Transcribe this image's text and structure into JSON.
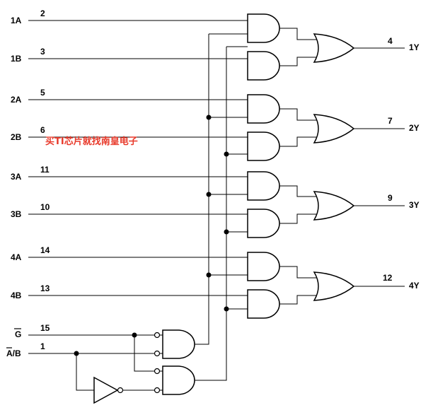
{
  "inputs": {
    "a1": {
      "name": "1A",
      "pin": "2"
    },
    "b1": {
      "name": "1B",
      "pin": "3"
    },
    "a2": {
      "name": "2A",
      "pin": "5"
    },
    "b2": {
      "name": "2B",
      "pin": "6"
    },
    "a3": {
      "name": "3A",
      "pin": "11"
    },
    "b3": {
      "name": "3B",
      "pin": "10"
    },
    "a4": {
      "name": "4A",
      "pin": "14"
    },
    "b4": {
      "name": "4B",
      "pin": "13"
    },
    "g": {
      "name": "G",
      "pin": "15"
    },
    "ab": {
      "name": "A/B",
      "pin": "1"
    }
  },
  "outputs": {
    "y1": {
      "name": "1Y",
      "pin": "4"
    },
    "y2": {
      "name": "2Y",
      "pin": "7"
    },
    "y3": {
      "name": "3Y",
      "pin": "9"
    },
    "y4": {
      "name": "4Y",
      "pin": "12"
    }
  },
  "watermark": "买TI芯片就找南皇电子"
}
